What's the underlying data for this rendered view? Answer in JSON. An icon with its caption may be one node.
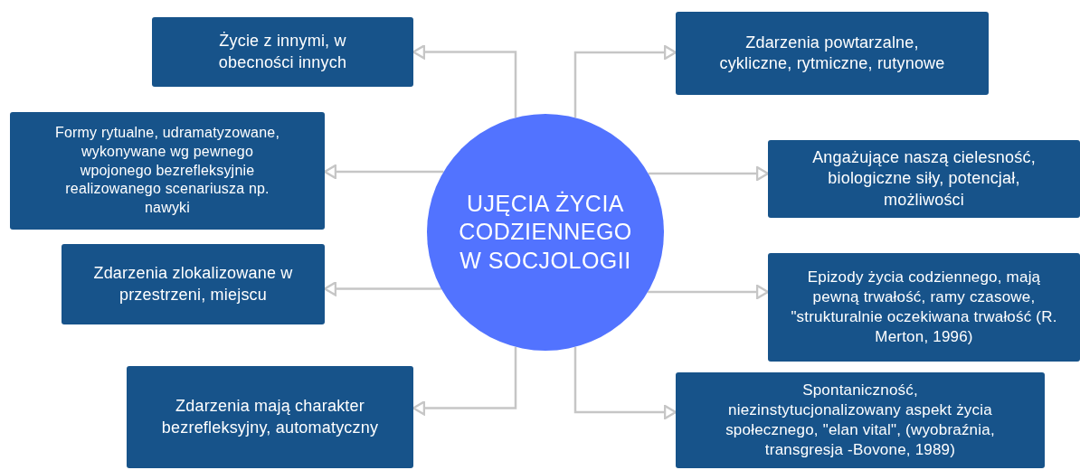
{
  "diagram": {
    "nodes": [
      {
        "text": [
          "UJĘCIA ŻYCIA CODZIENNEGO W SOCJOLOGII"
        ]
      },
      {
        "text": [
          "Życie z innymi, w obecności innych"
        ]
      },
      {
        "text": [
          "Formy rytualne, udramatyzowane, wykonywane wg pewnego wpojonego bezrefleksyjnie realizowanego scenariusza np. nawyki"
        ]
      },
      {
        "text": [
          "Zdarzenia zlokalizowane w przestrzeni, miejscu"
        ]
      },
      {
        "text": [
          "Zdarzenia mają charakter bezrefleksyjny, automatyczny"
        ]
      },
      {
        "text": [
          "Zdarzenia powtarzalne, cykliczne, rytmiczne, rutynowe"
        ]
      },
      {
        "text": [
          "Angażujące naszą cielesność, biologiczne siły, potencjał, możliwości"
        ]
      },
      {
        "text": [
          "Epizody życia codziennego, mają pewną trwałość, ramy czasowe, \"strukturalnie oczekiwana trwałość (R. Merton, 1996)"
        ]
      },
      {
        "text": [
          "Spontaniczność, niezinstytucjonalizowany aspekt życia społecznego, \"elan vital\", (wyobraźnia, transgresja -Bovone, 1989)"
        ]
      }
    ],
    "edges": [
      {
        "from": 0,
        "to": 1,
        "arrow": "to"
      },
      {
        "from": 0,
        "to": 2,
        "arrow": "to"
      },
      {
        "from": 0,
        "to": 3,
        "arrow": "to"
      },
      {
        "from": 0,
        "to": 4,
        "arrow": "to"
      },
      {
        "from": 0,
        "to": 5,
        "arrow": "to"
      },
      {
        "from": 0,
        "to": 6,
        "arrow": "to"
      },
      {
        "from": 0,
        "to": 7,
        "arrow": "to"
      },
      {
        "from": 0,
        "to": 8,
        "arrow": "to"
      }
    ]
  }
}
